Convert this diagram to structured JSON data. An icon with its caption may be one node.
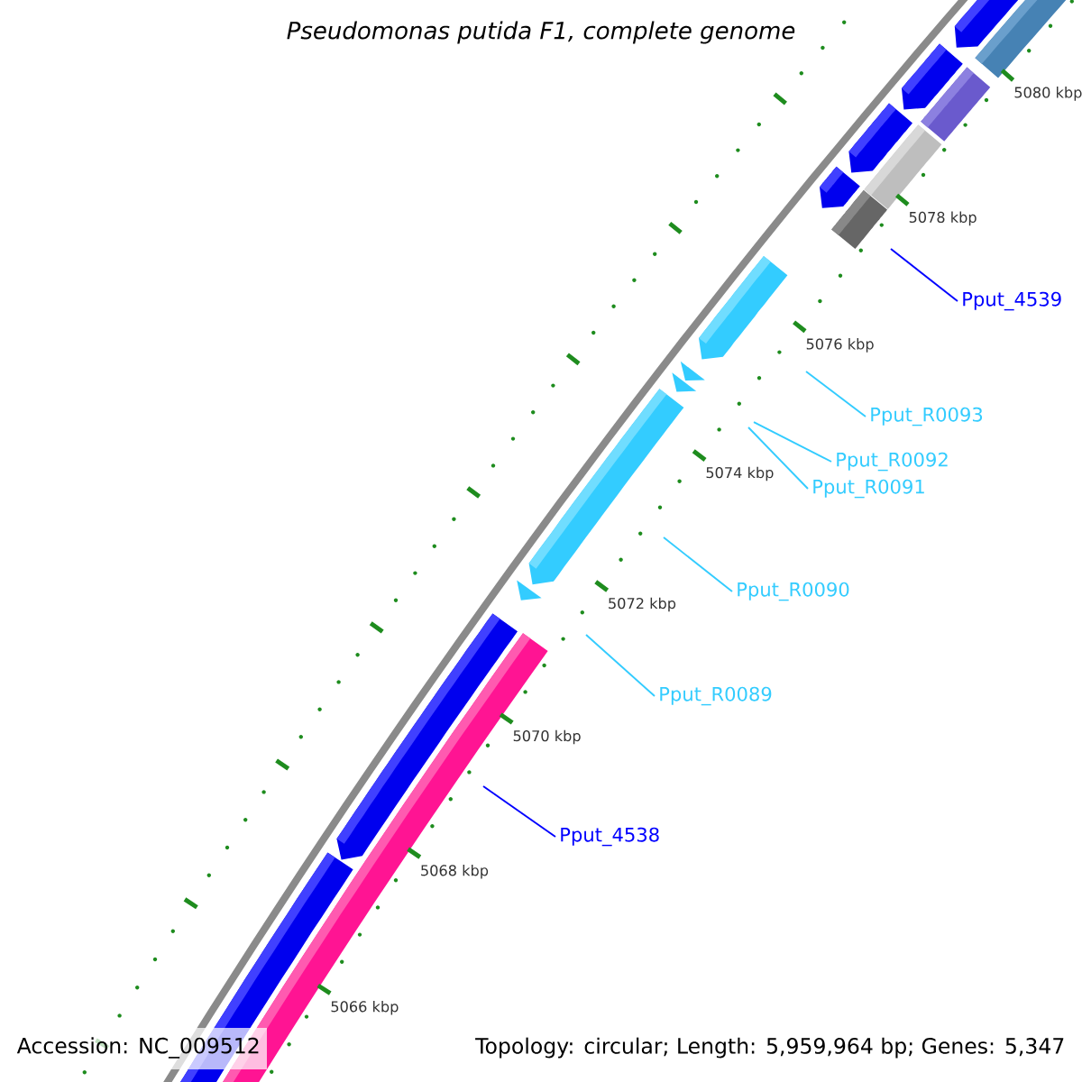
{
  "diagram": {
    "title": "Pseudomonas putida F1, complete genome",
    "nodes": [
      {
        "text": [
          "Pput_4539"
        ]
      },
      {
        "text": [
          "Pput_R0093"
        ]
      },
      {
        "text": [
          "Pput_R0092"
        ]
      },
      {
        "text": [
          "Pput_R0091"
        ]
      },
      {
        "text": [
          "Pput_R0090"
        ]
      },
      {
        "text": [
          "Pput_R0089"
        ]
      },
      {
        "text": [
          "Pput_4538"
        ]
      }
    ],
    "edges": [
      {
        "from": 0,
        "to": null,
        "arrow": "none",
        "color": "#0000ff"
      },
      {
        "from": 1,
        "to": null,
        "arrow": "none"
      },
      {
        "from": 2,
        "to": null,
        "arrow": "none"
      },
      {
        "from": 3,
        "to": null,
        "arrow": "none"
      },
      {
        "from": 4,
        "to": null,
        "arrow": "none"
      },
      {
        "from": 5,
        "to": null,
        "arrow": "none"
      },
      {
        "from": 6,
        "to": null,
        "arrow": "none",
        "color": "#0000ff"
      }
    ],
    "labels": [
      "5080 kbp",
      "5078 kbp",
      "5076 kbp",
      "5074 kbp",
      "5072 kbp",
      "5070 kbp",
      "5068 kbp",
      "5066 kbp",
      "Accession: NC_009512",
      "Topology: circular; Length: 5,959,964 bp; Genes: 5,347"
    ]
  }
}
